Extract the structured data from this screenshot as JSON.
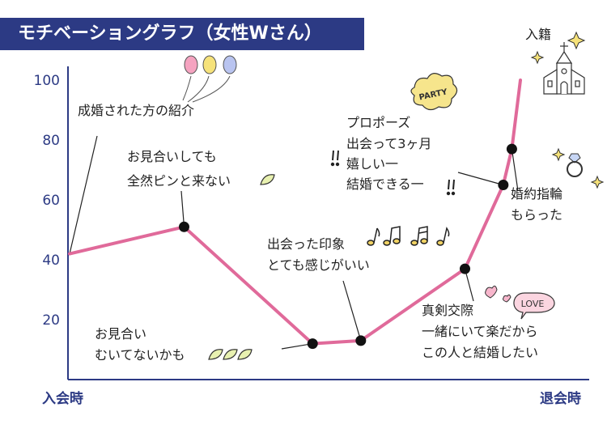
{
  "title": "モチベーショングラフ（女性Wさん）",
  "colors": {
    "accent": "#2c3a84",
    "line": "#e06a9a",
    "axis": "#2c3a84",
    "marker": "#111111"
  },
  "chart_data": {
    "type": "line",
    "title": "モチベーショングラフ（女性Wさん）",
    "xlabel": "",
    "ylabel": "",
    "x_start_label": "入会時",
    "x_end_label": "退会時",
    "ylim": [
      0,
      100
    ],
    "yticks": [
      20,
      40,
      60,
      80,
      100
    ],
    "x": [
      0,
      0.254,
      0.539,
      0.646,
      0.877,
      0.962,
      0.981,
      1.0
    ],
    "y": [
      42,
      51,
      12,
      13,
      37,
      65,
      77,
      100
    ],
    "marked": [
      false,
      true,
      true,
      true,
      true,
      true,
      true,
      false
    ],
    "grid": false,
    "annotations": [
      {
        "lines": [
          "成婚された方の紹介"
        ],
        "point": 0,
        "icon": "balloons-icon"
      },
      {
        "lines": [
          "お見合いしても",
          "全然ピンと来ない"
        ],
        "point": 1,
        "icon": "leaf-icon"
      },
      {
        "lines": [
          "お見合い",
          "むいてないかも"
        ],
        "point": 2,
        "icon": "leaves-icon"
      },
      {
        "lines": [
          "出会った印象",
          "とても感じがいい"
        ],
        "point": 3,
        "icon": "music-notes-icon"
      },
      {
        "lines": [
          "真剣交際",
          "一緒にいて楽だから",
          "この人と結婚したい"
        ],
        "point": 4,
        "icon": "love-bubble-icon"
      },
      {
        "lines": [
          "プロポーズ",
          "出会って3ヶ月",
          "嬉しい一",
          "結婚できる一"
        ],
        "point": 5,
        "icon": "party-bubble-icon"
      },
      {
        "lines": [
          "婚約指輪",
          "もらった"
        ],
        "point": 6,
        "icon": "ring-icon"
      },
      {
        "lines": [
          "入籍"
        ],
        "point": 7,
        "icon": "church-icon"
      }
    ],
    "bubble_texts": {
      "party": "PARTY",
      "love": "LOVE"
    }
  }
}
